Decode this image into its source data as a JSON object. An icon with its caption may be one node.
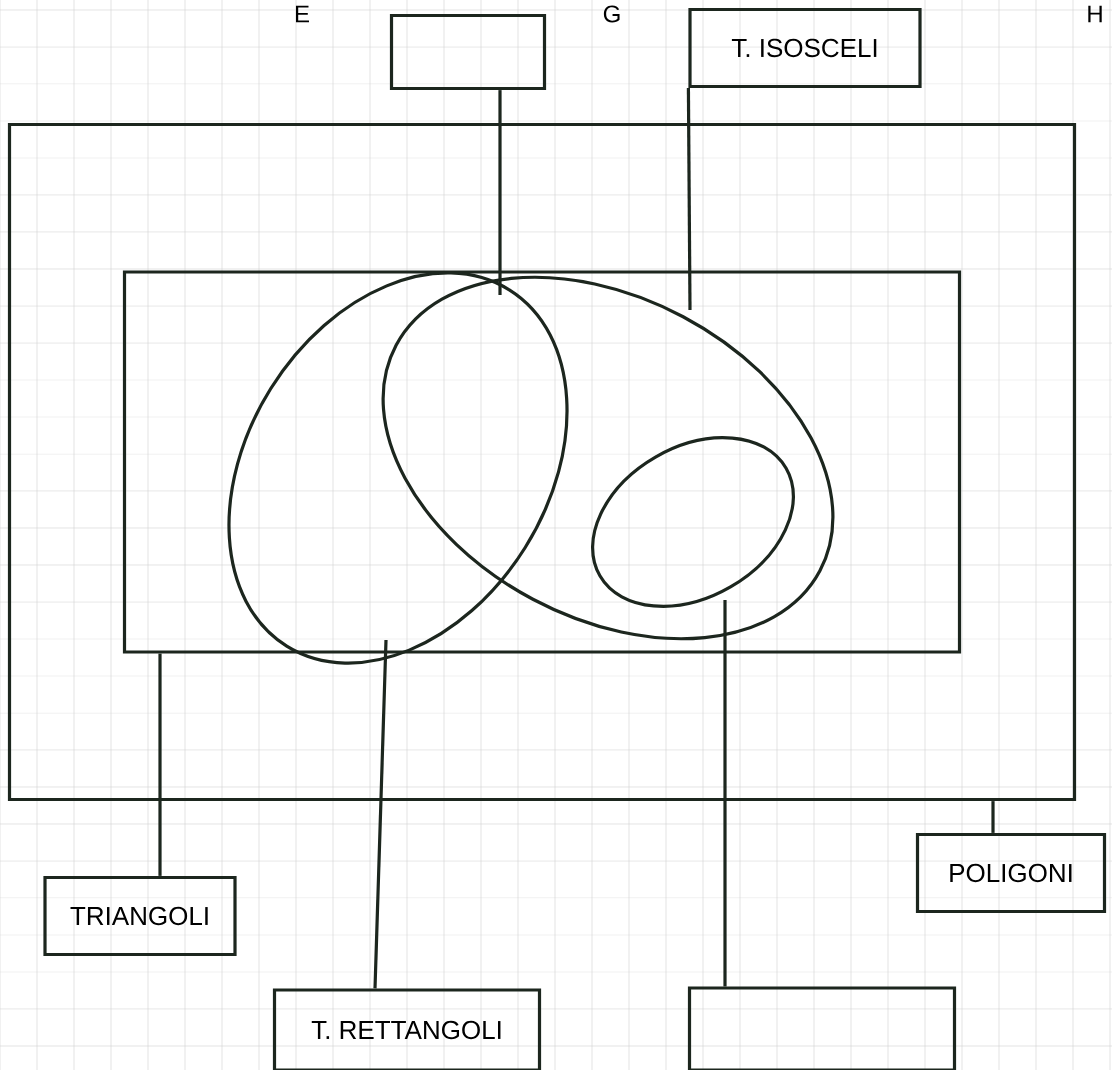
{
  "diagram": {
    "nodes": [
      {
        "text": [],
        "shape": "box"
      },
      {
        "text": [
          "T. ISOSCELI"
        ]
      },
      {
        "text": [],
        "shape": "box"
      },
      {
        "text": [],
        "shape": "box",
        "in": 2
      },
      {
        "text": [],
        "shape": "ellipse",
        "in": 3
      },
      {
        "text": [],
        "shape": "ellipse",
        "in": 3
      },
      {
        "text": [],
        "shape": "ellipse",
        "in": 5
      },
      {
        "text": [
          "POLIGONI"
        ]
      },
      {
        "text": [
          "TRIANGOLI"
        ]
      },
      {
        "text": [
          "T. RETTANGOLI"
        ]
      },
      {
        "text": [],
        "shape": "box"
      }
    ],
    "edges": [
      {
        "from": 0,
        "to": 4,
        "arrow": "none"
      },
      {
        "from": 1,
        "to": 5,
        "arrow": "none"
      },
      {
        "from": 7,
        "to": 2,
        "arrow": "none"
      },
      {
        "from": 8,
        "to": 3,
        "arrow": "none"
      },
      {
        "from": 9,
        "to": 4,
        "arrow": "none"
      },
      {
        "from": 10,
        "to": 6,
        "arrow": "none"
      }
    ],
    "labels": [
      "E",
      "G",
      "H"
    ]
  }
}
